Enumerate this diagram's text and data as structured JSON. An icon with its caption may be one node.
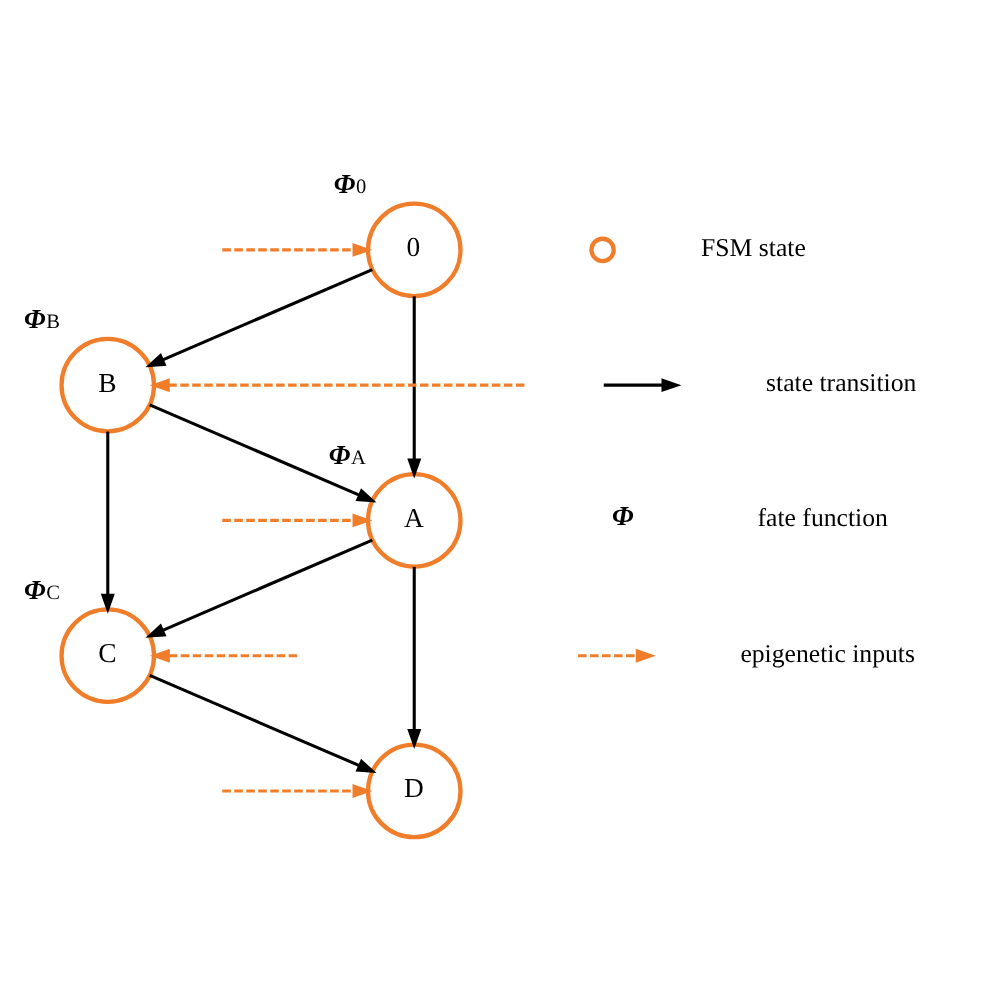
{
  "diagram": {
    "nodes": [
      {
        "text": [
          "0"
        ],
        "beside": [
          "*Φ*$^{0}$"
        ]
      },
      {
        "text": [
          "B"
        ],
        "beside": [
          "*Φ*$^{B}$"
        ]
      },
      {
        "text": [
          "A"
        ],
        "beside": [
          "*Φ*$^{A}$"
        ]
      },
      {
        "text": [
          "C"
        ],
        "beside": [
          "*Φ*$^{C}$"
        ]
      },
      {
        "text": [
          "D"
        ]
      }
    ],
    "edges": [
      {
        "from": 0,
        "to": 1,
        "arrow": "to"
      },
      {
        "from": 0,
        "to": 2,
        "arrow": "to"
      },
      {
        "from": 1,
        "to": 2,
        "arrow": "to"
      },
      {
        "from": 1,
        "to": 3,
        "arrow": "to"
      },
      {
        "from": 2,
        "to": 3,
        "arrow": "to"
      },
      {
        "from": 2,
        "to": 4,
        "arrow": "to"
      },
      {
        "from": 3,
        "to": 4,
        "arrow": "to"
      },
      {
        "from": null,
        "to": 0,
        "arrow": "to",
        "style": "dashed",
        "color": "#f07d2a"
      },
      {
        "from": null,
        "to": 1,
        "arrow": "to",
        "style": "dashed",
        "color": "#f07d2a"
      },
      {
        "from": null,
        "to": 2,
        "arrow": "to",
        "style": "dashed",
        "color": "#f07d2a"
      },
      {
        "from": null,
        "to": 3,
        "arrow": "to",
        "style": "dashed",
        "color": "#f07d2a"
      },
      {
        "from": null,
        "to": 4,
        "arrow": "to",
        "style": "dashed",
        "color": "#f07d2a"
      }
    ],
    "labels": [
      "*Φ*"
    ],
    "legend": [
      {
        "text": "FSM state"
      },
      {
        "text": "state transition"
      },
      {
        "text": "fate function"
      },
      {
        "text": "epigenetic inputs"
      }
    ]
  }
}
